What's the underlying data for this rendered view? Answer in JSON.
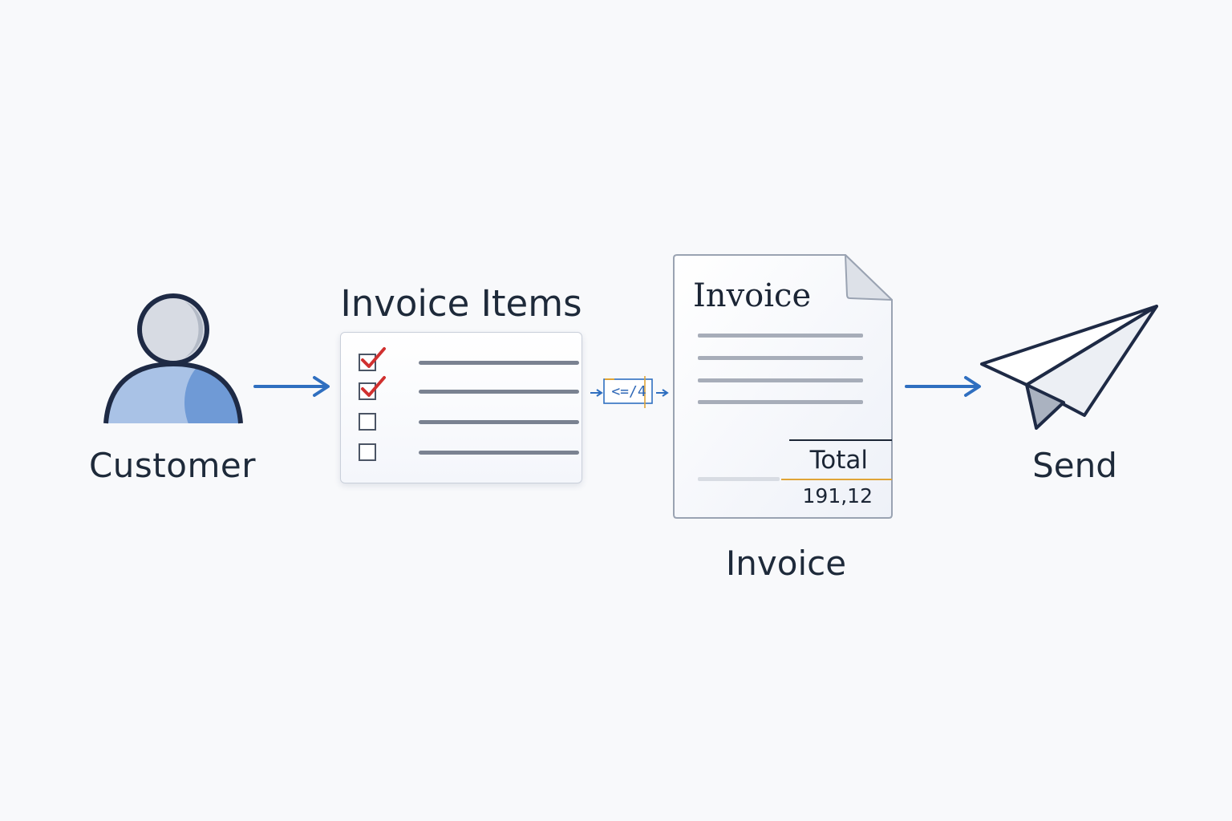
{
  "customer": {
    "label": "Customer",
    "icon": "person-icon"
  },
  "invoice_items": {
    "title": "Invoice Items",
    "rows": [
      {
        "checked": true
      },
      {
        "checked": true
      },
      {
        "checked": false
      },
      {
        "checked": false
      }
    ]
  },
  "connector": {
    "code_text": "<=/4"
  },
  "invoice": {
    "heading": "Invoice",
    "total_label": "Total",
    "total_value": "191,12",
    "caption": "Invoice"
  },
  "send": {
    "label": "Send",
    "icon": "paper-plane-icon"
  },
  "colors": {
    "arrow": "#2f6fc0",
    "check": "#d0302f",
    "accent_line": "#e0a437",
    "person_fill": "#8fb1e0",
    "outline": "#1e2a45"
  }
}
